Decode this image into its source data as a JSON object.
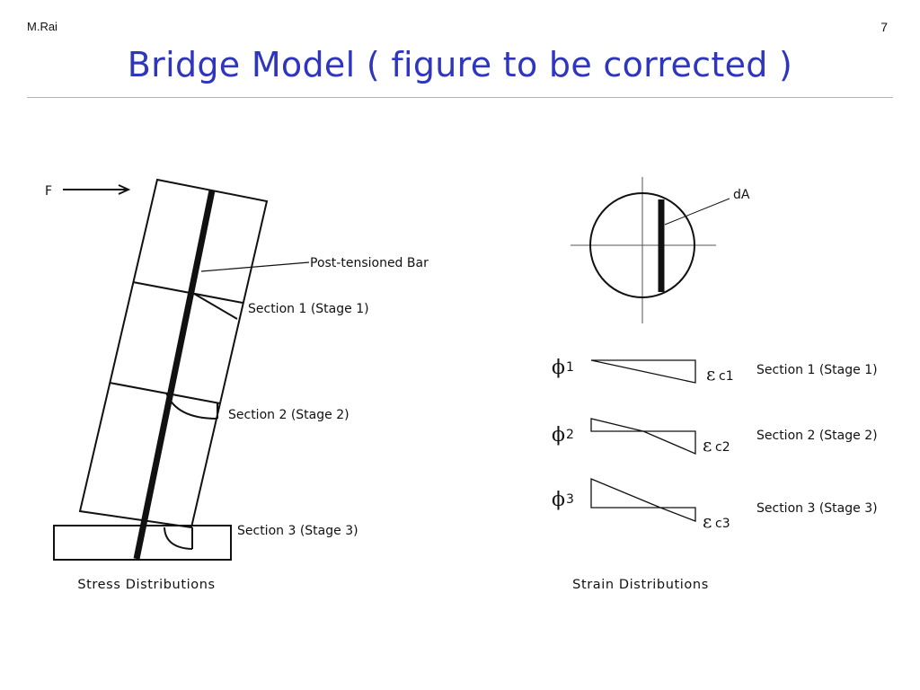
{
  "header": {
    "author": "M.Rai",
    "page_number": "7",
    "title": "Bridge Model ( figure to be corrected )"
  },
  "left_diagram": {
    "force_label": "F",
    "bar_label": "Post-tensioned Bar",
    "section_labels": [
      "Section 1 (Stage 1)",
      "Section 2 (Stage 2)",
      "Section 3 (Stage 3)"
    ],
    "caption": "Stress Distributions"
  },
  "right_diagram": {
    "area_label": "dA",
    "rows": [
      {
        "phi": "ϕ",
        "phi_sub": "1",
        "eps": "ε",
        "eps_sub": "c1",
        "section": "Section 1 (Stage 1)"
      },
      {
        "phi": "ϕ",
        "phi_sub": "2",
        "eps": "ε",
        "eps_sub": "c2",
        "section": "Section 2 (Stage 2)"
      },
      {
        "phi": "ϕ",
        "phi_sub": "3",
        "eps": "ε",
        "eps_sub": "c3",
        "section": "Section 3 (Stage 3)"
      }
    ],
    "caption": "Strain Distributions"
  }
}
